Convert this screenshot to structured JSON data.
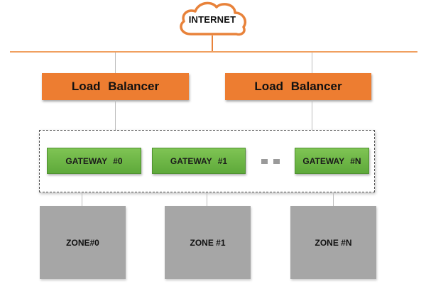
{
  "internet": {
    "label": "INTERNET",
    "color": "#E8823A"
  },
  "load_balancers": [
    {
      "label": "Load  Balancer"
    },
    {
      "label": "Load  Balancer"
    }
  ],
  "gateways": [
    {
      "label": "GATEWAY #0"
    },
    {
      "label": "GATEWAY #1"
    },
    {
      "label": "GATEWAY #N"
    }
  ],
  "zones": [
    {
      "label": "ZONE#0"
    },
    {
      "label": "ZONE #1"
    },
    {
      "label": "ZONE #N"
    }
  ],
  "colors": {
    "load_balancer": "#ED7D31",
    "gateway": "#6BB544",
    "zone": "#A6A6A6",
    "connector": "#F0A060"
  }
}
